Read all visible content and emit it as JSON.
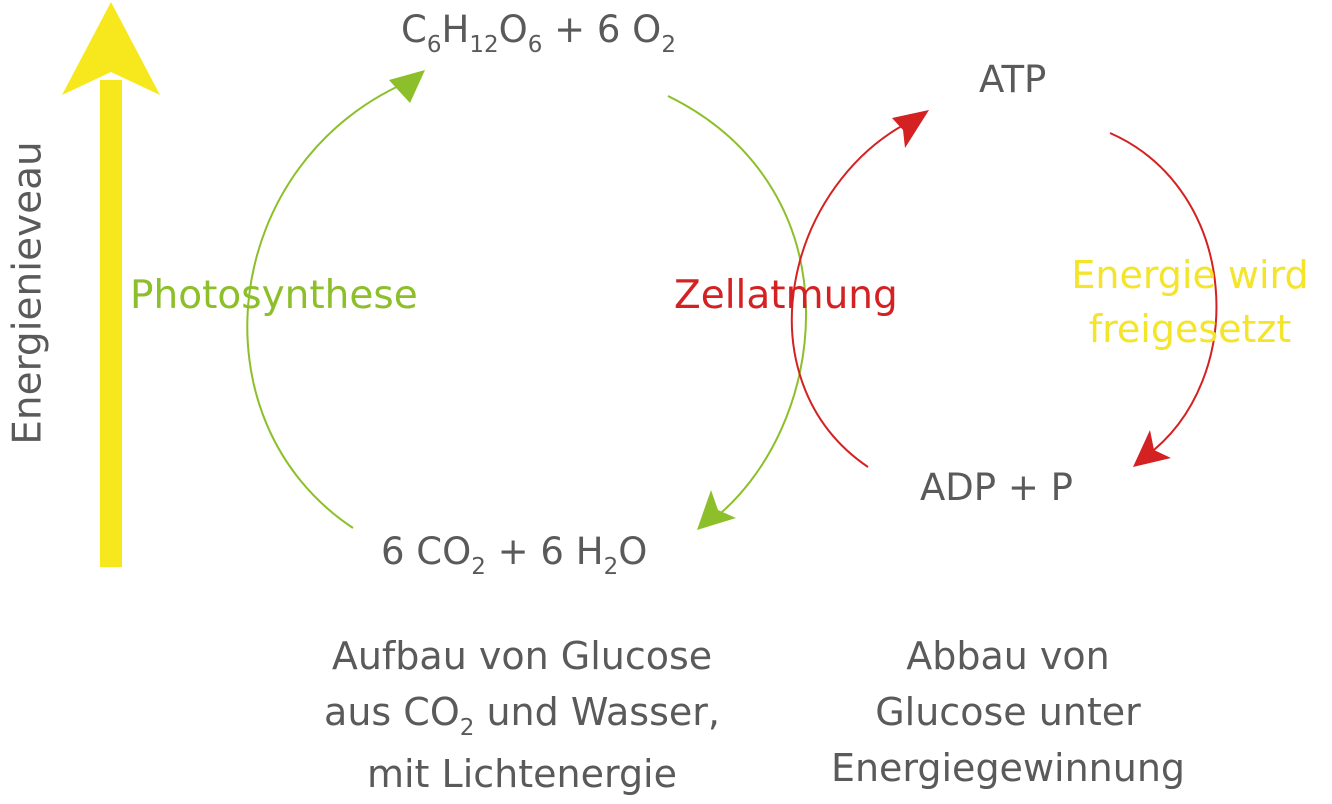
{
  "axis": {
    "label": "Energienieveau"
  },
  "photosynthesis": {
    "label": "Photosynthese",
    "top_formula": {
      "c": "C",
      "c_sub": "6",
      "h": "H",
      "h_sub": "12",
      "o": "O",
      "o_sub": "6",
      "plus": " + 6 O",
      "o2_sub": "2"
    },
    "bottom_formula": {
      "pre": "6 CO",
      "co2_sub": "2",
      "mid": " + 6 H",
      "h2_sub": "2",
      "post": "O"
    },
    "caption": {
      "line1": "Aufbau von Glucose",
      "line2_pre": "aus CO",
      "line2_sub": "2",
      "line2_post": " und Wasser,",
      "line3": "mit Lichtenergie"
    }
  },
  "respiration": {
    "label": "Zellatmung",
    "top": "ATP",
    "bottom": "ADP + P",
    "energy_note": {
      "line1": "Energie wird",
      "line2": "freigesetzt"
    },
    "caption": {
      "line1": "Abbau von",
      "line2": "Glucose unter",
      "line3": "Energiegewinnung"
    }
  },
  "colors": {
    "energy_arrow": "#f6e81c",
    "photosynthesis": "#8cbf2a",
    "respiration": "#d42121",
    "energy_note": "#f4e42a",
    "text": "#5a5a5a"
  }
}
